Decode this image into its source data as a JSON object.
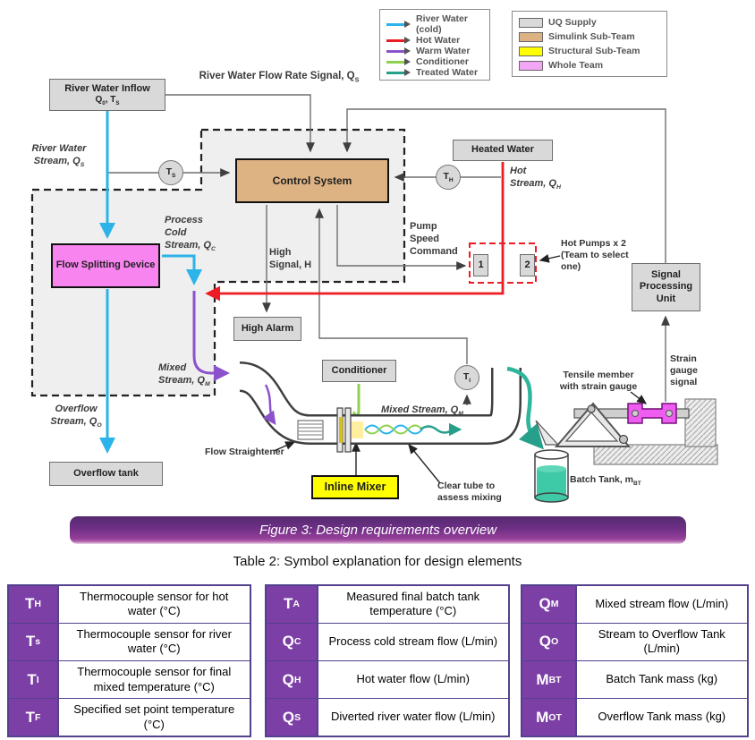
{
  "colors": {
    "river_water": "#2bb3ea",
    "hot_water": "#ed1c24",
    "warm_water": "#8c52cc",
    "conditioner_flow": "#8fd14f",
    "treated_water": "#27a08b",
    "uq_supply_fill": "#d9d9d9",
    "simulink_fill": "#deb383",
    "structural_fill": "#ffff00",
    "whole_team_fill": "#f3a6f6",
    "banner_purple_top": "#542a70",
    "banner_purple_bottom": "#a4459f",
    "table_symbol_bg": "#7c3fa5",
    "table_border": "#54418e"
  },
  "legend_flows": {
    "items": [
      {
        "label": "River Water (cold)",
        "color": "#2bb3ea"
      },
      {
        "label": "Hot Water",
        "color": "#ed1c24"
      },
      {
        "label": "Warm Water",
        "color": "#8c52cc"
      },
      {
        "label": "Conditioner",
        "color": "#8fd14f"
      },
      {
        "label": "Treated Water",
        "color": "#27a08b"
      }
    ]
  },
  "legend_teams": {
    "items": [
      {
        "label": "UQ Supply",
        "color": "#d9d9d9"
      },
      {
        "label": "Simulink Sub-Team",
        "color": "#deb383"
      },
      {
        "label": "Structural Sub-Team",
        "color": "#ffff00"
      },
      {
        "label": "Whole Team",
        "color": "#f3a6f6"
      }
    ]
  },
  "diagram": {
    "boxes": {
      "river_water_inflow_line1": "River Water Inflow",
      "river_water_inflow_line2": "Q<sub>0</sub>, T<sub>S</sub>",
      "control_system": "Control System",
      "heated_water": "Heated Water",
      "flow_splitting_device": "Flow Splitting Device",
      "high_alarm": "High Alarm",
      "conditioner": "Conditioner",
      "inline_mixer": "Inline Mixer",
      "overflow_tank": "Overflow tank",
      "signal_processing_unit": "Signal<br>Processing<br>Unit",
      "pump1": "1",
      "pump2": "2"
    },
    "sensors": {
      "ts": "T<sub>S</sub>",
      "th": "T<sub>H</sub>",
      "ti": "T<sub>I</sub>"
    },
    "labels": {
      "river_flow_signal": "River Water Flow Rate Signal, Q<sub>S</sub>",
      "river_stream": "River Water<br>Stream, Q<sub>S</sub>",
      "process_cold": "Process<br>Cold<br>Stream, Q<sub>C</sub>",
      "high_signal": "High<br>Signal, H",
      "pump_speed": "Pump<br>Speed<br>Command",
      "hot_stream": "Hot<br>Stream, Q<sub>H</sub>",
      "hot_pumps": "Hot Pumps x 2<br>(Team to select<br>one)",
      "mixed_stream_left": "Mixed<br>Stream, Q<sub>M</sub>",
      "overflow_stream": "Overflow<br>Stream, Q<sub>O</sub>",
      "mixed_stream_pipe": "Mixed Stream, Q<sub>M</sub>",
      "flow_straightener": "Flow Straightener",
      "clear_tube": "Clear tube to<br>assess mixing",
      "tensile_member": "Tensile member<br>with strain gauge",
      "strain_gauge_signal": "Strain<br>gauge<br>signal",
      "batch_tank": "Batch Tank, m<sub>BT</sub>"
    }
  },
  "figure_caption": "Figure 3: Design requirements overview",
  "table_title": "Table 2: Symbol explanation for design elements",
  "symbol_table": {
    "groups": [
      {
        "rows": [
          {
            "symbol": "T<sub>H</sub>",
            "desc": "Thermocouple sensor for hot water (°C)"
          },
          {
            "symbol": "T<sub>s</sub>",
            "desc": "Thermocouple sensor for river water (°C)"
          },
          {
            "symbol": "T<sub>I</sub>",
            "desc": "Thermocouple sensor for final mixed temperature (°C)"
          },
          {
            "symbol": "T<sub>F</sub>",
            "desc": "Specified set point temperature (°C)"
          }
        ]
      },
      {
        "rows": [
          {
            "symbol": "T<sub>A</sub>",
            "desc": "Measured final batch tank temperature (°C)"
          },
          {
            "symbol": "Q<sub>C</sub>",
            "desc": "Process cold stream flow (L/min)"
          },
          {
            "symbol": "Q<sub>H</sub>",
            "desc": "Hot water flow (L/min)"
          },
          {
            "symbol": "Q<sub>S</sub>",
            "desc": "Diverted river water flow (L/min)"
          }
        ]
      },
      {
        "rows": [
          {
            "symbol": "Q<sub>M</sub>",
            "desc": "Mixed stream flow (L/min)"
          },
          {
            "symbol": "Q<sub>O</sub>",
            "desc": "Stream to Overflow Tank (L/min)"
          },
          {
            "symbol": "M<sub>BT</sub>",
            "desc": "Batch Tank mass (kg)"
          },
          {
            "symbol": "M<sub>OT</sub>",
            "desc": "Overflow Tank mass (kg)"
          }
        ]
      }
    ]
  }
}
